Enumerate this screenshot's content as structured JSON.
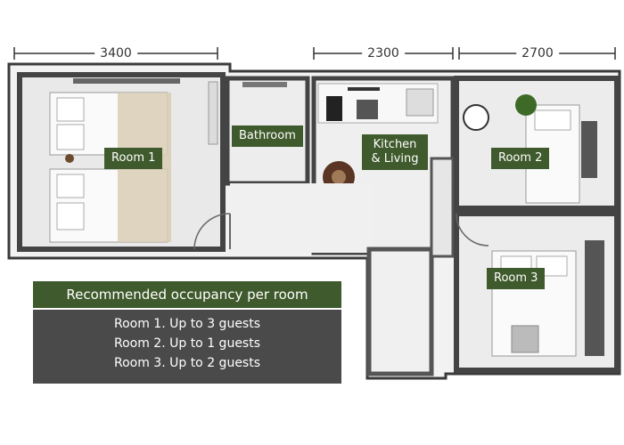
{
  "dimensions": [
    "3400",
    "2300",
    "2700"
  ],
  "rooms": {
    "room1": "Room 1",
    "bathroom": "Bathroom",
    "kitchen_line1": "Kitchen",
    "kitchen_line2": "& Living",
    "room2": "Room 2",
    "room3": "Room 3"
  },
  "occupancy": {
    "title": "Recommended occupancy per room",
    "lines": [
      "Room 1. Up to 3 guests",
      "Room 2. Up to 1 guests",
      "Room 3. Up to 2 guests"
    ]
  },
  "colors": {
    "label_green": "#3f5a2c",
    "panel_dark": "#4a4a4a",
    "wall": "#555555",
    "floor": "#ececec"
  }
}
